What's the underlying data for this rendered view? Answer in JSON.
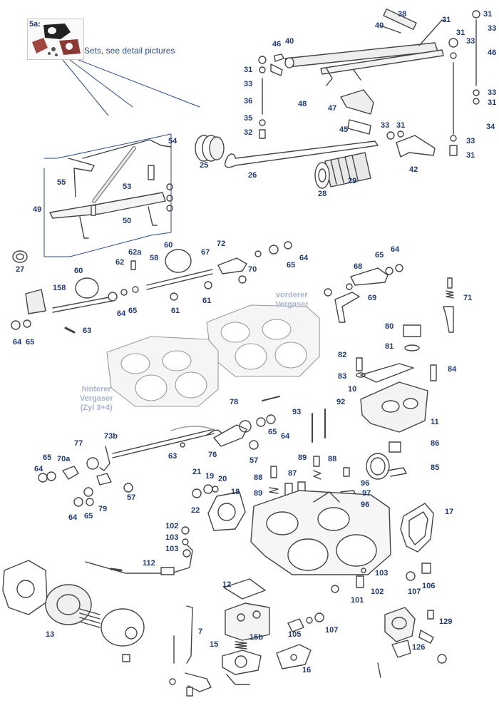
{
  "diagram": {
    "sets_thumbnail_label": "5a:",
    "sets_text": "Sets, see detail pictures",
    "captions": {
      "front_carb": "vorderer\nVergaser",
      "rear_carb": "hinterer\nVergaser\n(Zyl 3+4)"
    },
    "colors": {
      "callout": "#1f3a78",
      "caption": "#a9b4d6",
      "line": "#2c4a8c",
      "part": "#444444"
    },
    "callouts": [
      {
        "id": "38",
        "t": "38"
      },
      {
        "id": "31a",
        "t": "31"
      },
      {
        "id": "31b",
        "t": "31"
      },
      {
        "id": "33a",
        "t": "33"
      },
      {
        "id": "40a",
        "t": "40"
      },
      {
        "id": "40b",
        "t": "40"
      },
      {
        "id": "46a",
        "t": "46"
      },
      {
        "id": "31c",
        "t": "31"
      },
      {
        "id": "33b",
        "t": "33"
      },
      {
        "id": "36",
        "t": "36"
      },
      {
        "id": "35",
        "t": "35"
      },
      {
        "id": "32",
        "t": "32"
      },
      {
        "id": "48",
        "t": "48"
      },
      {
        "id": "47",
        "t": "47"
      },
      {
        "id": "45",
        "t": "45"
      },
      {
        "id": "33c",
        "t": "33"
      },
      {
        "id": "31d",
        "t": "31"
      },
      {
        "id": "31e",
        "t": "31"
      },
      {
        "id": "33d",
        "t": "33"
      },
      {
        "id": "46b",
        "t": "46"
      },
      {
        "id": "33e",
        "t": "33"
      },
      {
        "id": "31f",
        "t": "31"
      },
      {
        "id": "34",
        "t": "34"
      },
      {
        "id": "33f",
        "t": "33"
      },
      {
        "id": "31g",
        "t": "31"
      },
      {
        "id": "42",
        "t": "42"
      },
      {
        "id": "54",
        "t": "54"
      },
      {
        "id": "55",
        "t": "55"
      },
      {
        "id": "53",
        "t": "53"
      },
      {
        "id": "49",
        "t": "49"
      },
      {
        "id": "50",
        "t": "50"
      },
      {
        "id": "25",
        "t": "25"
      },
      {
        "id": "26",
        "t": "26"
      },
      {
        "id": "28",
        "t": "28"
      },
      {
        "id": "29",
        "t": "29"
      },
      {
        "id": "27",
        "t": "27"
      },
      {
        "id": "62a",
        "t": "62a"
      },
      {
        "id": "62",
        "t": "62"
      },
      {
        "id": "60a",
        "t": "60"
      },
      {
        "id": "60b",
        "t": "60"
      },
      {
        "id": "58",
        "t": "58"
      },
      {
        "id": "67",
        "t": "67"
      },
      {
        "id": "72",
        "t": "72"
      },
      {
        "id": "64a",
        "t": "64"
      },
      {
        "id": "65a",
        "t": "65"
      },
      {
        "id": "70",
        "t": "70"
      },
      {
        "id": "65b",
        "t": "65"
      },
      {
        "id": "64b",
        "t": "64"
      },
      {
        "id": "68",
        "t": "68"
      },
      {
        "id": "158",
        "t": "158"
      },
      {
        "id": "64c",
        "t": "64"
      },
      {
        "id": "65c",
        "t": "65"
      },
      {
        "id": "61a",
        "t": "61"
      },
      {
        "id": "61b",
        "t": "61"
      },
      {
        "id": "69",
        "t": "69"
      },
      {
        "id": "71",
        "t": "71"
      },
      {
        "id": "64d",
        "t": "64"
      },
      {
        "id": "65d",
        "t": "65"
      },
      {
        "id": "63a",
        "t": "63"
      },
      {
        "id": "80",
        "t": "80"
      },
      {
        "id": "81",
        "t": "81"
      },
      {
        "id": "82",
        "t": "82"
      },
      {
        "id": "84",
        "t": "84"
      },
      {
        "id": "83",
        "t": "83"
      },
      {
        "id": "10",
        "t": "10"
      },
      {
        "id": "78",
        "t": "78"
      },
      {
        "id": "93",
        "t": "93"
      },
      {
        "id": "92",
        "t": "92"
      },
      {
        "id": "11",
        "t": "11"
      },
      {
        "id": "73b",
        "t": "73b"
      },
      {
        "id": "65e",
        "t": "65"
      },
      {
        "id": "64e",
        "t": "64"
      },
      {
        "id": "77",
        "t": "77"
      },
      {
        "id": "63b",
        "t": "63"
      },
      {
        "id": "76",
        "t": "76"
      },
      {
        "id": "57a",
        "t": "57"
      },
      {
        "id": "86",
        "t": "86"
      },
      {
        "id": "65f",
        "t": "65"
      },
      {
        "id": "70a",
        "t": "70a"
      },
      {
        "id": "64f",
        "t": "64"
      },
      {
        "id": "89a",
        "t": "89"
      },
      {
        "id": "88a",
        "t": "88"
      },
      {
        "id": "85",
        "t": "85"
      },
      {
        "id": "21",
        "t": "21"
      },
      {
        "id": "19",
        "t": "19"
      },
      {
        "id": "20",
        "t": "20"
      },
      {
        "id": "88b",
        "t": "88"
      },
      {
        "id": "87",
        "t": "87"
      },
      {
        "id": "18",
        "t": "18"
      },
      {
        "id": "57b",
        "t": "57"
      },
      {
        "id": "89b",
        "t": "89"
      },
      {
        "id": "97",
        "t": "97"
      },
      {
        "id": "96a",
        "t": "96"
      },
      {
        "id": "96b",
        "t": "96"
      },
      {
        "id": "22",
        "t": "22"
      },
      {
        "id": "79",
        "t": "79"
      },
      {
        "id": "64g",
        "t": "64"
      },
      {
        "id": "65g",
        "t": "65"
      },
      {
        "id": "17",
        "t": "17"
      },
      {
        "id": "102a",
        "t": "102"
      },
      {
        "id": "103a",
        "t": "103"
      },
      {
        "id": "103b",
        "t": "103"
      },
      {
        "id": "112",
        "t": "112"
      },
      {
        "id": "103c",
        "t": "103"
      },
      {
        "id": "12",
        "t": "12"
      },
      {
        "id": "102b",
        "t": "102"
      },
      {
        "id": "101",
        "t": "101"
      },
      {
        "id": "107a",
        "t": "107"
      },
      {
        "id": "106",
        "t": "106"
      },
      {
        "id": "13",
        "t": "13"
      },
      {
        "id": "7",
        "t": "7"
      },
      {
        "id": "15b",
        "t": "15b"
      },
      {
        "id": "105",
        "t": "105"
      },
      {
        "id": "107b",
        "t": "107"
      },
      {
        "id": "129",
        "t": "129"
      },
      {
        "id": "15",
        "t": "15"
      },
      {
        "id": "126",
        "t": "126"
      },
      {
        "id": "16",
        "t": "16"
      }
    ]
  }
}
